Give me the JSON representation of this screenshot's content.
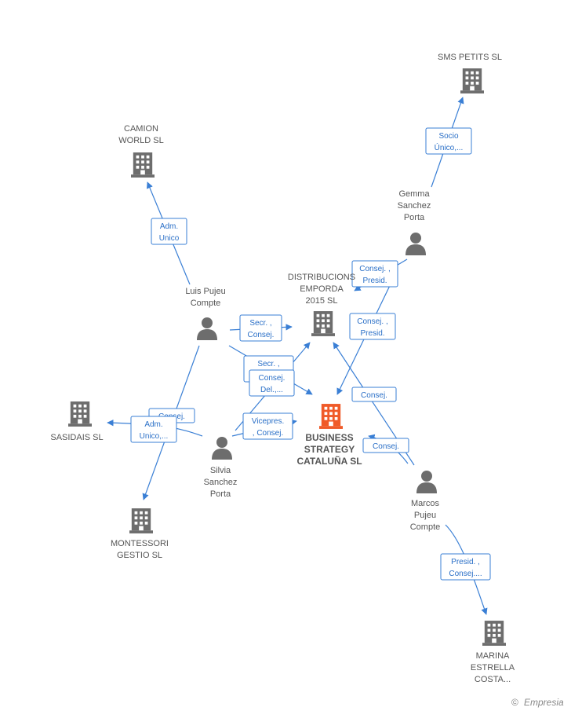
{
  "colors": {
    "edge": "#3a7fd5",
    "node": "#6d6d6d",
    "main": "#f05a28",
    "text": "#555555"
  },
  "nodes": [
    {
      "id": "sms",
      "kind": "company",
      "label": [
        "SMS PETITS  SL"
      ]
    },
    {
      "id": "camion",
      "kind": "company",
      "label": [
        "CAMION",
        "WORLD SL"
      ]
    },
    {
      "id": "gemma",
      "kind": "person",
      "label": [
        "Gemma",
        "Sanchez",
        "Porta"
      ]
    },
    {
      "id": "luis",
      "kind": "person",
      "label": [
        "Luis Pujeu",
        "Compte"
      ]
    },
    {
      "id": "distrib",
      "kind": "company",
      "label": [
        "DISTRIBUCIONS",
        "EMPORDA",
        "2015  SL"
      ]
    },
    {
      "id": "sasidais",
      "kind": "company",
      "label": [
        "SASIDAIS  SL"
      ]
    },
    {
      "id": "business",
      "kind": "main",
      "label": [
        "BUSINESS",
        "STRATEGY",
        "CATALUÑA  SL"
      ]
    },
    {
      "id": "silvia",
      "kind": "person",
      "label": [
        "Silvia",
        "Sanchez",
        "Porta"
      ]
    },
    {
      "id": "marcos",
      "kind": "person",
      "label": [
        "Marcos",
        "Pujeu",
        "Compte"
      ]
    },
    {
      "id": "montessori",
      "kind": "company",
      "label": [
        "MONTESSORI",
        "GESTIO SL"
      ]
    },
    {
      "id": "marina",
      "kind": "company",
      "label": [
        "MARINA",
        "ESTRELLA",
        "COSTA..."
      ]
    }
  ],
  "relations": [
    {
      "id": "r1",
      "lines": [
        "Socio",
        "Único,..."
      ]
    },
    {
      "id": "r2",
      "lines": [
        "Adm.",
        "Unico"
      ]
    },
    {
      "id": "r3",
      "lines": [
        "Consej. ,",
        "Presid."
      ]
    },
    {
      "id": "r4",
      "lines": [
        "Secr. ,",
        "Consej."
      ]
    },
    {
      "id": "r5",
      "lines": [
        "Consej. ,",
        "Presid."
      ]
    },
    {
      "id": "r6",
      "lines": [
        "Secr. ,",
        "Consej."
      ]
    },
    {
      "id": "r7",
      "lines": [
        "Consej.",
        "Del.,..."
      ]
    },
    {
      "id": "r8",
      "lines": [
        "Consej."
      ]
    },
    {
      "id": "r9",
      "lines": [
        "Consej."
      ]
    },
    {
      "id": "r10",
      "lines": [
        "Adm.",
        "Unico,..."
      ]
    },
    {
      "id": "r11",
      "lines": [
        "Vicepres.",
        ", Consej."
      ]
    },
    {
      "id": "r12",
      "lines": [
        "Consej."
      ]
    },
    {
      "id": "r13",
      "lines": [
        "Presid. ,",
        "Consej...."
      ]
    }
  ],
  "footer": {
    "copyright": "©",
    "brand": "Empresia"
  }
}
